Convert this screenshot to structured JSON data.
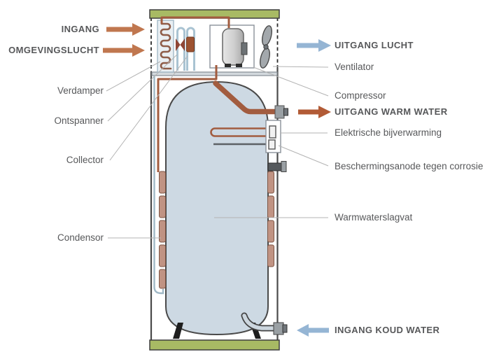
{
  "labels": {
    "ingang": "INGANG",
    "omgevingslucht": "OMGEVINGSLUCHT",
    "verdamper": "Verdamper",
    "ontspanner": "Ontspanner",
    "collector": "Collector",
    "condensor": "Condensor",
    "uitgang_lucht": "UITGANG LUCHT",
    "ventilator": "Ventilator",
    "compressor": "Compressor",
    "uitgang_warm_water": "UITGANG WARM WATER",
    "elektrische_bijverwarming": "Elektrische bijverwarming",
    "beschermingsanode": "Beschermingsanode tegen corrosie",
    "warmwaterslagvat": "Warmwaterslagvat",
    "ingang_koud_water": "INGANG KOUD WATER"
  },
  "colors": {
    "warm_air_arrow": "#c0774f",
    "hot_water_arrow": "#b25b36",
    "cold_arrow": "#95b5d4",
    "pipe_orange": "#a25c3f",
    "coil_brown": "#8f5d49",
    "condensor_fill": "#c09383",
    "tank_fill": "#cdd9e3",
    "cabinet_green": "#a8ba64",
    "label_text": "#57585a"
  }
}
